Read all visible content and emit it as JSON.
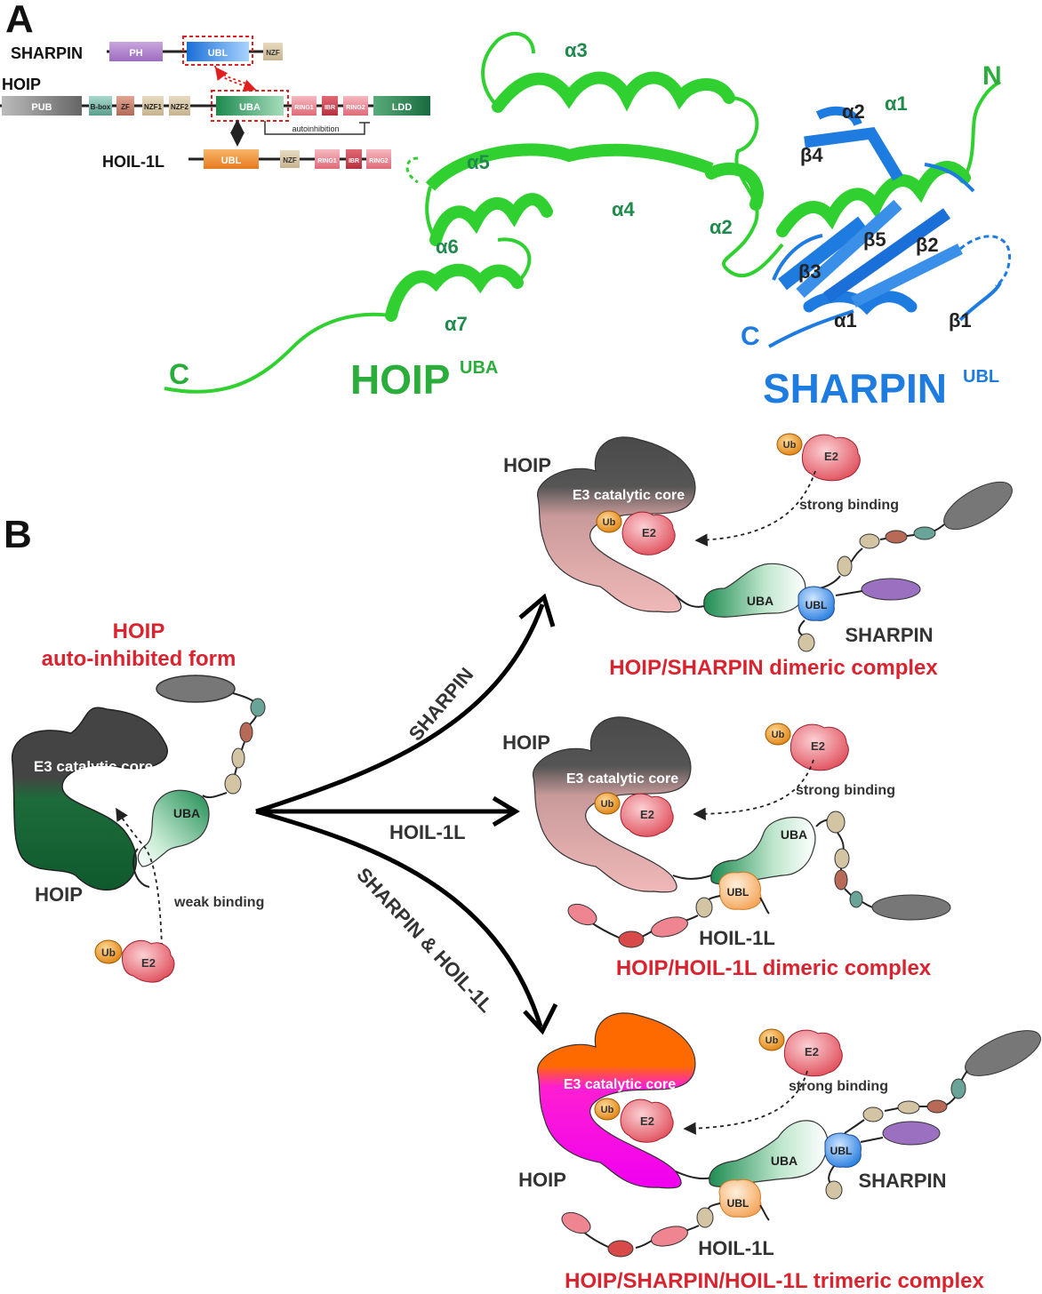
{
  "panelA": {
    "label": "A",
    "domains": {
      "sharpin": {
        "name": "SHARPIN",
        "ph": "PH",
        "ubl": "UBL",
        "nzf": "NZF"
      },
      "hoip": {
        "name": "HOIP",
        "pub": "PUB",
        "bbox": "B-box",
        "zf": "ZF",
        "nzf1": "NZF1",
        "nzf2": "NZF2",
        "uba": "UBA",
        "ring1": "RING1",
        "ibr": "IBR",
        "ring2": "RING2",
        "ldd": "LDD",
        "autoinhibition": "autoinhibition"
      },
      "hoil": {
        "name": "HOIL-1L",
        "ubl": "UBL",
        "nzf": "NZF",
        "ring1": "RING1",
        "ibr": "IBR",
        "ring2": "RING2"
      }
    },
    "structure": {
      "hoip_title": "HOIP",
      "hoip_sup": "UBA",
      "sharpin_title": "SHARPIN",
      "sharpin_sup": "UBL",
      "hoip_c": "C",
      "sharpin_c": "C",
      "n_term": "N",
      "hoip_helices": [
        "α1",
        "α2",
        "α3",
        "α4",
        "α5",
        "α6",
        "α7"
      ],
      "sharpin_sse": [
        "α1",
        "α2",
        "β1",
        "β2",
        "β3",
        "β4",
        "β5"
      ]
    },
    "colors": {
      "hoip": "#2fd02f",
      "sharpin": "#1e7be0"
    }
  },
  "panelB": {
    "label": "B",
    "left": {
      "title_1": "HOIP",
      "title_2": "auto-inhibited form",
      "core": "E3 catalytic core",
      "hoip": "HOIP",
      "uba": "UBA",
      "weak": "weak binding",
      "ub": "Ub",
      "e2": "E2"
    },
    "arrows": {
      "top": "SHARPIN",
      "middle": "HOIL-1L",
      "bottom": "SHARPIN & HOIL-1L"
    },
    "complex1": {
      "hoip": "HOIP",
      "core": "E3 catalytic core",
      "ub": "Ub",
      "e2": "E2",
      "binding": "strong binding",
      "uba": "UBA",
      "ubl": "UBL",
      "partner": "SHARPIN",
      "caption": "HOIP/SHARPIN dimeric complex"
    },
    "complex2": {
      "hoip": "HOIP",
      "core": "E3 catalytic core",
      "ub": "Ub",
      "e2": "E2",
      "binding": "strong binding",
      "uba": "UBA",
      "ubl": "UBL",
      "partner": "HOIL-1L",
      "caption": "HOIP/HOIL-1L dimeric complex"
    },
    "complex3": {
      "hoip": "HOIP",
      "core": "E3 catalytic core",
      "ub": "Ub",
      "e2": "E2",
      "binding": "strong binding",
      "uba": "UBA",
      "ubl_hoil": "UBL",
      "ubl_sharpin": "UBL",
      "partner_sharpin": "SHARPIN",
      "partner_hoil": "HOIL-1L",
      "caption": "HOIP/SHARPIN/HOIL-1L trimeric complex"
    }
  }
}
